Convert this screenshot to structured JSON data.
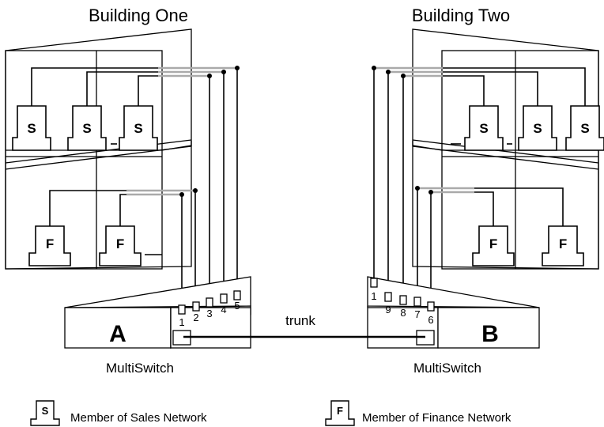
{
  "buildings": {
    "one_title": "Building One",
    "two_title": "Building Two"
  },
  "switches": {
    "a": {
      "letter": "A",
      "caption": "MultiSwitch",
      "ports": [
        "1",
        "2",
        "3",
        "4",
        "5"
      ]
    },
    "b": {
      "letter": "B",
      "caption": "MultiSwitch",
      "ports": [
        "1",
        "9",
        "8",
        "7",
        "6"
      ]
    }
  },
  "trunk_label": "trunk",
  "node_letters": {
    "sales": "S",
    "finance": "F"
  },
  "legend": {
    "sales_icon": "S",
    "sales_text": "Member of Sales Network",
    "finance_icon": "F",
    "finance_text": "Member of Finance Network"
  },
  "colors": {
    "line": "#000000",
    "riser": "#aaaaaa",
    "background": "#ffffff"
  }
}
